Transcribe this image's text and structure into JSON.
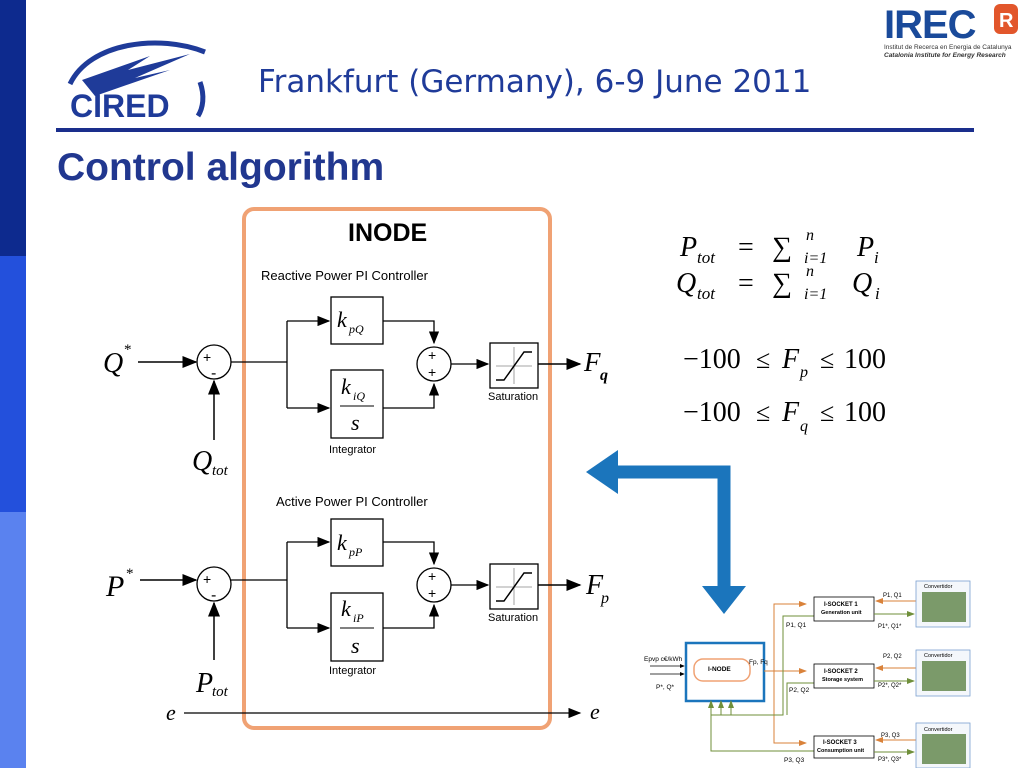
{
  "header": {
    "conference_title": "Frankfurt (Germany), 6-9 June 2011",
    "slide_title": "Control algorithm"
  },
  "logos": {
    "cired": {
      "text": "CIRED"
    },
    "irec": {
      "text": "IREC",
      "badge": "R",
      "subtitle_line1": "Institut de Recerca en Energia de Catalunya",
      "subtitle_line2": "Catalonia Institute for Energy Research"
    }
  },
  "colors": {
    "title_blue": "#21378f",
    "conf_blue": "#1f3b99",
    "inode_border": "#f0a274",
    "arrow_blue": "#1b75bc",
    "sidebar": [
      "#0d2a8e",
      "#2350dc",
      "#5a82ef"
    ]
  },
  "diagram": {
    "inode_title": "INODE",
    "reactive": {
      "title": "Reactive Power PI Controller",
      "input_ref": "Q",
      "input_ref_sup": "*",
      "feedback": "Q",
      "feedback_sub": "tot",
      "kp": "k",
      "kp_sub": "pQ",
      "ki": "k",
      "ki_sub": "iQ",
      "s": "s",
      "integrator": "Integrator",
      "saturation": "Saturation",
      "output": "F",
      "output_sub": "q"
    },
    "active": {
      "title": "Active Power PI Controller",
      "input_ref": "P",
      "input_ref_sup": "*",
      "feedback": "P",
      "feedback_sub": "tot",
      "kp": "k",
      "kp_sub": "pP",
      "ki": "k",
      "ki_sub": "iP",
      "s": "s",
      "integrator": "Integrator",
      "saturation": "Saturation",
      "output": "F",
      "output_sub": "p"
    },
    "plus": "+",
    "minus": "-",
    "e_in": "e",
    "e_out": "e"
  },
  "equations": {
    "ptot": {
      "lhs": "P",
      "lhs_sub": "tot",
      "eq": "=",
      "sum": "∑",
      "sum_sup": "n",
      "sum_sub": "i=1",
      "term": "P",
      "term_sub": "i"
    },
    "qtot": {
      "lhs": "Q",
      "lhs_sub": "tot",
      "eq": "=",
      "sum": "∑",
      "sum_sup": "n",
      "sum_sub": "i=1",
      "term": "Q",
      "term_sub": "i"
    },
    "fp": {
      "low": "−100",
      "le1": "≤",
      "var": "F",
      "var_sub": "p",
      "le2": "≤",
      "high": "100"
    },
    "fq": {
      "low": "−100",
      "le1": "≤",
      "var": "F",
      "var_sub": "q",
      "le2": "≤",
      "high": "100"
    }
  },
  "mini_diagram": {
    "inode_label": "I-NODE",
    "input_price": "Epvp c€/kWh",
    "input_refs": "P*, Q*",
    "output_f": "Fp, Fq",
    "sockets": [
      {
        "title": "I-SOCKET 1",
        "subtitle": "Generation unit",
        "conv": "Convertidor",
        "top": "P1, Q1",
        "bottom": "P1*, Q1*",
        "fb": "P1, Q1"
      },
      {
        "title": "I-SOCKET 2",
        "subtitle": "Storage system",
        "conv": "Convertidor",
        "top": "P2, Q2",
        "bottom": "P2*, Q2*",
        "fb": "P2, Q2"
      },
      {
        "title": "I-SOCKET 3",
        "subtitle": "Consumption unit",
        "conv": "Convertidor",
        "top": "P3, Q3",
        "bottom": "P3*, Q3*",
        "fb": "P3, Q3"
      }
    ]
  }
}
